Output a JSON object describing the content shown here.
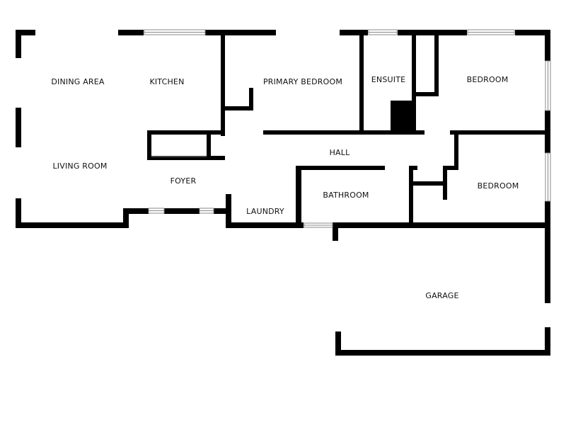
{
  "floor_plan": {
    "colors": {
      "wall": "#000000",
      "window_frame": "#888888",
      "background": "#ffffff",
      "label": "#111111"
    },
    "rooms": {
      "dining_area": "DINING AREA",
      "kitchen": "KITCHEN",
      "primary_bedroom": "PRIMARY BEDROOM",
      "ensuite": "ENSUITE",
      "bedroom_1": "BEDROOM",
      "living_room": "LIVING ROOM",
      "foyer": "FOYER",
      "hall": "HALL",
      "bathroom": "BATHROOM",
      "laundry": "LAUNDRY",
      "bedroom_2": "BEDROOM",
      "garage": "GARAGE"
    }
  }
}
